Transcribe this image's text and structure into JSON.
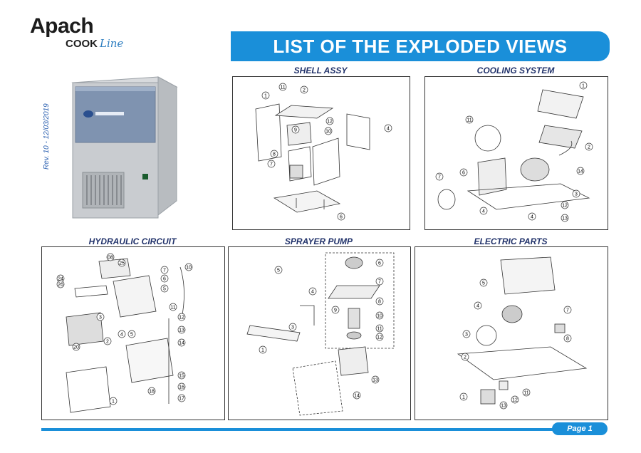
{
  "brand": {
    "name": "Apach",
    "sub_primary": "COOK",
    "sub_accent": "Line",
    "accent_color": "#2f7fc1"
  },
  "header": {
    "title": "LIST OF THE EXPLODED VIEWS",
    "banner_color": "#1a8fd9"
  },
  "revision": "Rev. 10 - 12/03/2019",
  "sections": {
    "shell": {
      "title": "SHELL ASSY",
      "callouts": [
        "1",
        "11",
        "2",
        "9",
        "12",
        "10",
        "4",
        "8",
        "7",
        "6"
      ]
    },
    "cooling": {
      "title": "COOLING SYSTEM",
      "callouts": [
        "1",
        "11",
        "2",
        "14",
        "7",
        "6",
        "3",
        "12",
        "4",
        "4",
        "13"
      ]
    },
    "hydraulic": {
      "title": "HYDRAULIC CIRCUIT",
      "callouts": [
        "08",
        "25",
        "24",
        "26",
        "7",
        "6",
        "5",
        "10",
        "11",
        "3",
        "2",
        "4",
        "5",
        "20",
        "12",
        "13",
        "14",
        "15",
        "16",
        "17",
        "18",
        "1"
      ]
    },
    "sprayer": {
      "title": "SPRAYER PUMP",
      "callouts": [
        "5",
        "6",
        "4",
        "7",
        "8",
        "9",
        "10",
        "11",
        "12",
        "3",
        "1",
        "13",
        "14"
      ]
    },
    "electric": {
      "title": "ELECTRIC PARTS",
      "callouts": [
        "5",
        "4",
        "7",
        "3",
        "8",
        "2",
        "1",
        "11",
        "12",
        "13"
      ]
    }
  },
  "footer": {
    "page_label": "Page 1"
  }
}
